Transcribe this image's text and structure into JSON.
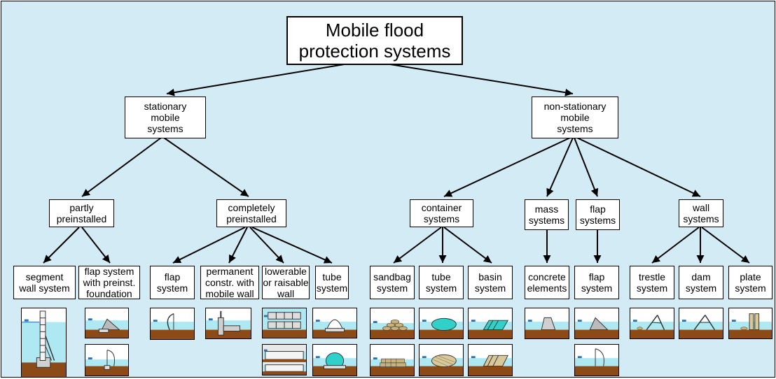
{
  "diagram": {
    "root": "Mobile flood\nprotection systems",
    "level1": {
      "stationary": "stationary\nmobile\nsystems",
      "non_stationary": "non-stationary\nmobile\nsystems"
    },
    "level2": {
      "partly_preinstalled": "partly\npreinstalled",
      "completely_preinstalled": "completely\npreinstalled",
      "container_systems": "container\nsystems",
      "mass_systems": "mass\nsystems",
      "flap_systems": "flap\nsystems",
      "wall_systems": "wall\nsystems"
    },
    "level3": {
      "segment_wall_system": "segment\nwall system",
      "flap_system_preinst_foundation": "flap system\nwith preinst.\nfoundation",
      "flap_system_a": "flap\nsystem",
      "permanent_constr_mobile_wall": "permanent\nconstr. with\nmobile wall",
      "lowerable_raisable_wall": "lowerable\nor raisable\nwall",
      "tube_system_a": "tube\nsystem",
      "sandbag_system": "sandbag\nsystem",
      "tube_system_b": "tube\nsystem",
      "basin_system": "basin\nsystem",
      "concrete_elements": "concrete\nelements",
      "flap_system_b": "flap\nsystem",
      "trestle_system": "trestle\nsystem",
      "dam_system": "dam\nsystem",
      "plate_system": "plate\nsystem"
    }
  },
  "colors": {
    "background": "#d3ebf4",
    "water": "#aee8f2",
    "ground": "#8b4a16",
    "box": "#ffffff",
    "line": "#000000"
  }
}
